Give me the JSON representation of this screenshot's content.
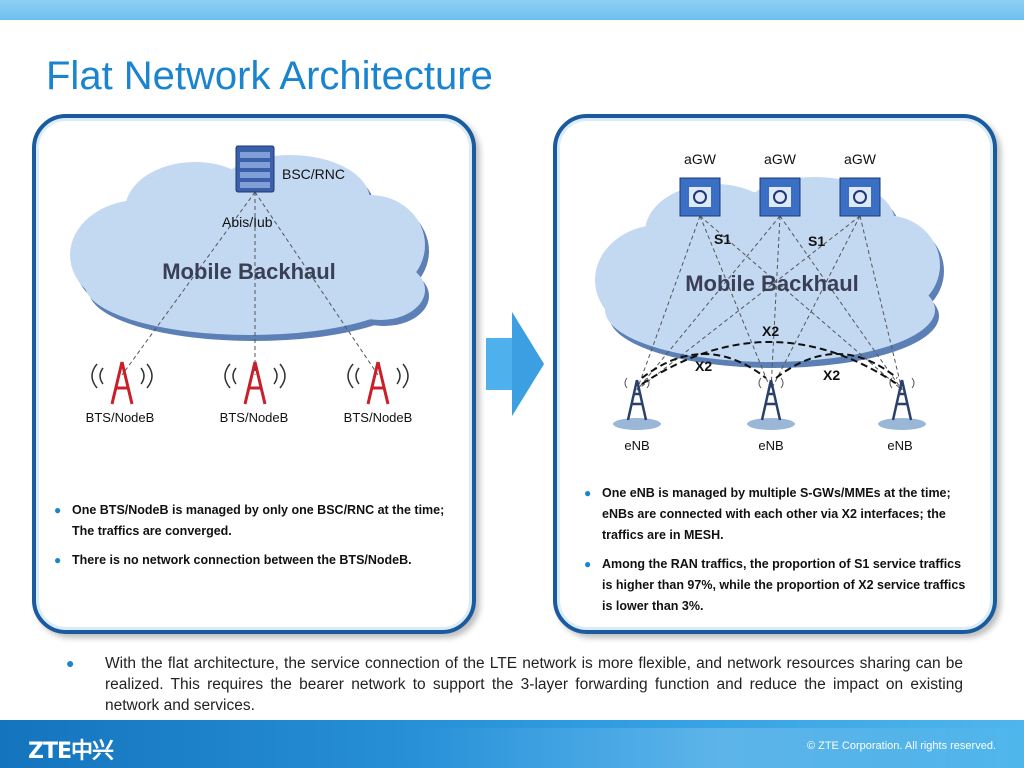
{
  "title": "Flat Network Architecture",
  "left_diagram": {
    "cloud_label": "Mobile Backhaul",
    "controller_label": "BSC/RNC",
    "interface_label": "Abis/Iub",
    "stations": [
      "BTS/NodeB",
      "BTS/NodeB",
      "BTS/NodeB"
    ],
    "bullets": [
      "One BTS/NodeB is managed by only one BSC/RNC at the time; The traffics are converged.",
      "There is no network connection between the BTS/NodeB."
    ]
  },
  "right_diagram": {
    "cloud_label": "Mobile Backhaul",
    "gateways": [
      "aGW",
      "aGW",
      "aGW"
    ],
    "s1_labels": [
      "S1",
      "S1"
    ],
    "x2_labels": [
      "X2",
      "X2",
      "X2"
    ],
    "enbs": [
      "eNB",
      "eNB",
      "eNB"
    ],
    "bullets": [
      "One eNB is managed by multiple S-GWs/MMEs at the time; eNBs are connected with each other via X2 interfaces; the traffics are in MESH.",
      "Among the RAN traffics, the proportion of S1 service traffics is higher than 97%, while the proportion of X2 service traffics is lower than 3%."
    ]
  },
  "bottom_text": "With the flat architecture, the service connection of the LTE network is more flexible, and network resources sharing can be realized. This requires the bearer network to support the 3-layer forwarding function and reduce the impact on existing network and services.",
  "footer": {
    "logo": "ZTE中兴",
    "copyright": "© ZTE Corporation. All rights reserved."
  },
  "colors": {
    "accent": "#1b84cf",
    "panel_border": "#1a5a9e",
    "cloud": "#c3d9f2",
    "antenna": "#c8202a"
  }
}
